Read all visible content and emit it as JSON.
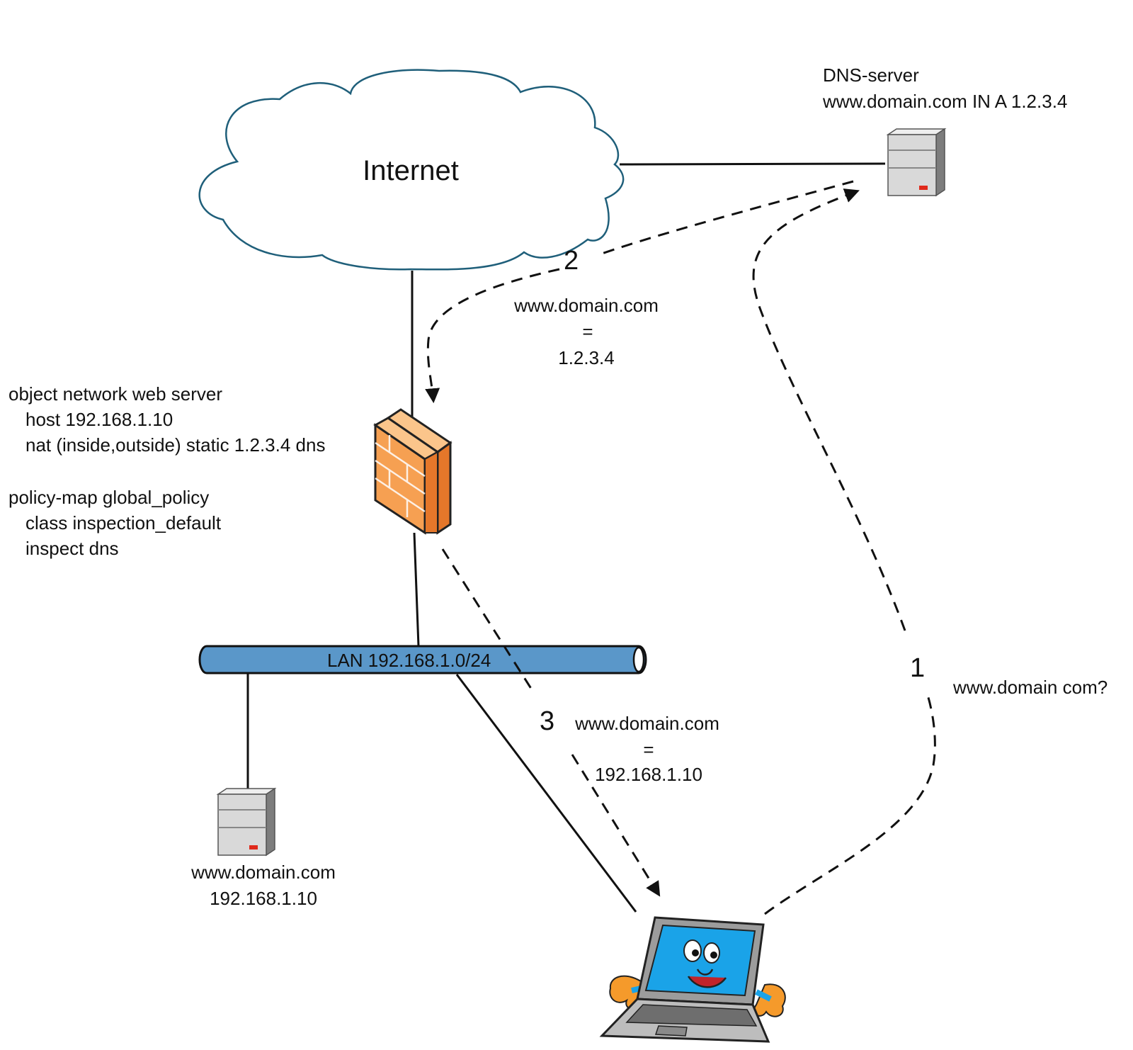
{
  "cloud": {
    "label": "Internet"
  },
  "dns_server": {
    "line1": "DNS-server",
    "line2": "www.domain.com IN A 1.2.3.4"
  },
  "firewall_config": {
    "lines": [
      "object network web server",
      "host 192.168.1.10",
      "nat (inside,outside) static 1.2.3.4 dns",
      "policy-map global_policy",
      "class inspection_default",
      "inspect dns"
    ]
  },
  "lan": {
    "label": "LAN 192.168.1.0/24"
  },
  "web_server": {
    "line1": "www.domain.com",
    "line2": "192.168.1.10"
  },
  "steps": {
    "one": {
      "number": "1",
      "text": "www.domain com?"
    },
    "two": {
      "number": "2",
      "line1": "www.domain.com",
      "line2": "=",
      "line3": "1.2.3.4"
    },
    "three": {
      "number": "3",
      "line1": "www.domain.com",
      "line2": "=",
      "line3": "192.168.1.10"
    }
  },
  "colors": {
    "cloud_stroke": "#1f5f7a",
    "lan_fill": "#5a97c9",
    "firewall_fill": "#f6a052",
    "server_body": "#d9d9d9",
    "server_led": "#e0291b",
    "laptop_screen": "#1aa3e8"
  }
}
